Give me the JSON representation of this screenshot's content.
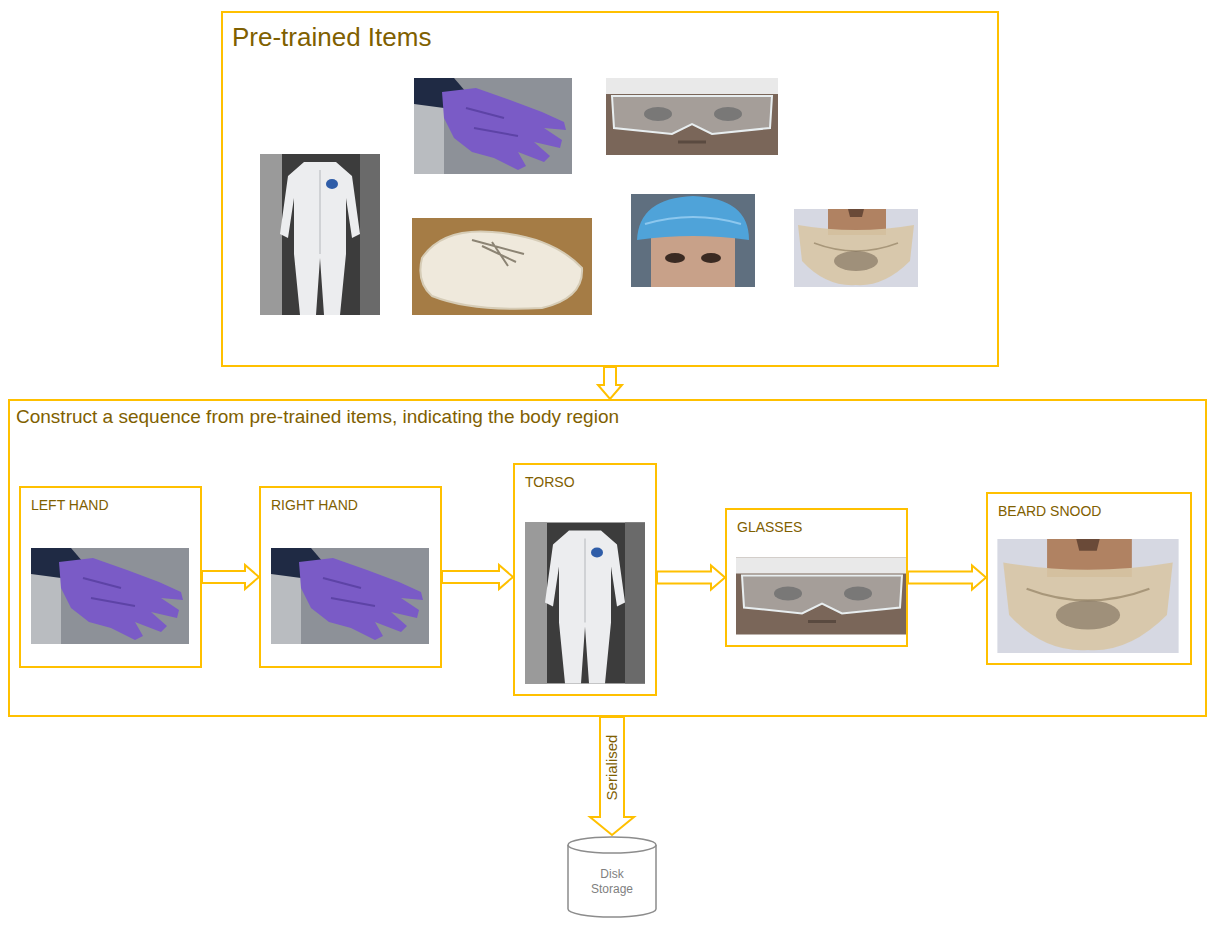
{
  "diagram": {
    "nodes": [
      {
        "text": [
          "Pre-trained Items"
        ]
      },
      {
        "text": [
          "Construct a sequence from pre-trained items, indicating the body region"
        ]
      },
      {
        "text": [
          "LEFT HAND"
        ],
        "in": 1
      },
      {
        "text": [
          "RIGHT HAND"
        ],
        "in": 1
      },
      {
        "text": [
          "TORSO"
        ],
        "in": 1
      },
      {
        "text": [
          "GLASSES"
        ],
        "in": 1
      },
      {
        "text": [
          "BEARD SNOOD"
        ],
        "in": 1
      },
      {
        "text": [
          "Disk Storage"
        ]
      }
    ],
    "edges": [
      {
        "from": 0,
        "to": 1,
        "arrow": "to"
      },
      {
        "from": 2,
        "to": 3,
        "arrow": "to"
      },
      {
        "from": 3,
        "to": 4,
        "arrow": "to"
      },
      {
        "from": 4,
        "to": 5,
        "arrow": "to"
      },
      {
        "from": 5,
        "to": 6,
        "arrow": "to"
      },
      {
        "from": 1,
        "to": 7,
        "label": "Serialised",
        "arrow": "to"
      }
    ]
  }
}
